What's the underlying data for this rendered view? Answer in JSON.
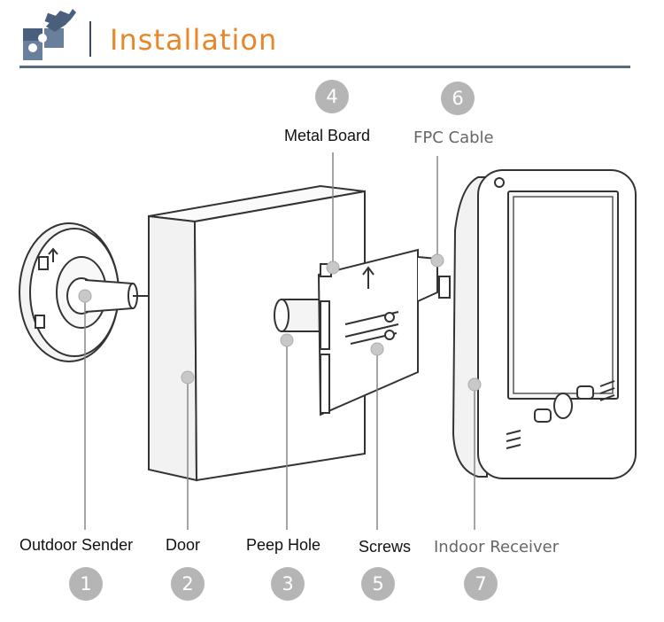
{
  "header": {
    "title": "Installation",
    "icon": "puzzle-hand-icon"
  },
  "parts": [
    {
      "number": "1",
      "label": "Outdoor Sender"
    },
    {
      "number": "2",
      "label": "Door"
    },
    {
      "number": "3",
      "label": "Peep Hole"
    },
    {
      "number": "4",
      "label": "Metal Board"
    },
    {
      "number": "5",
      "label": "Screws"
    },
    {
      "number": "6",
      "label": "FPC Cable"
    },
    {
      "number": "7",
      "label": "Indoor Receiver"
    }
  ],
  "colors": {
    "title": "#e8862a",
    "badge": "#b5b5b5",
    "rule": "#5a6a80"
  }
}
